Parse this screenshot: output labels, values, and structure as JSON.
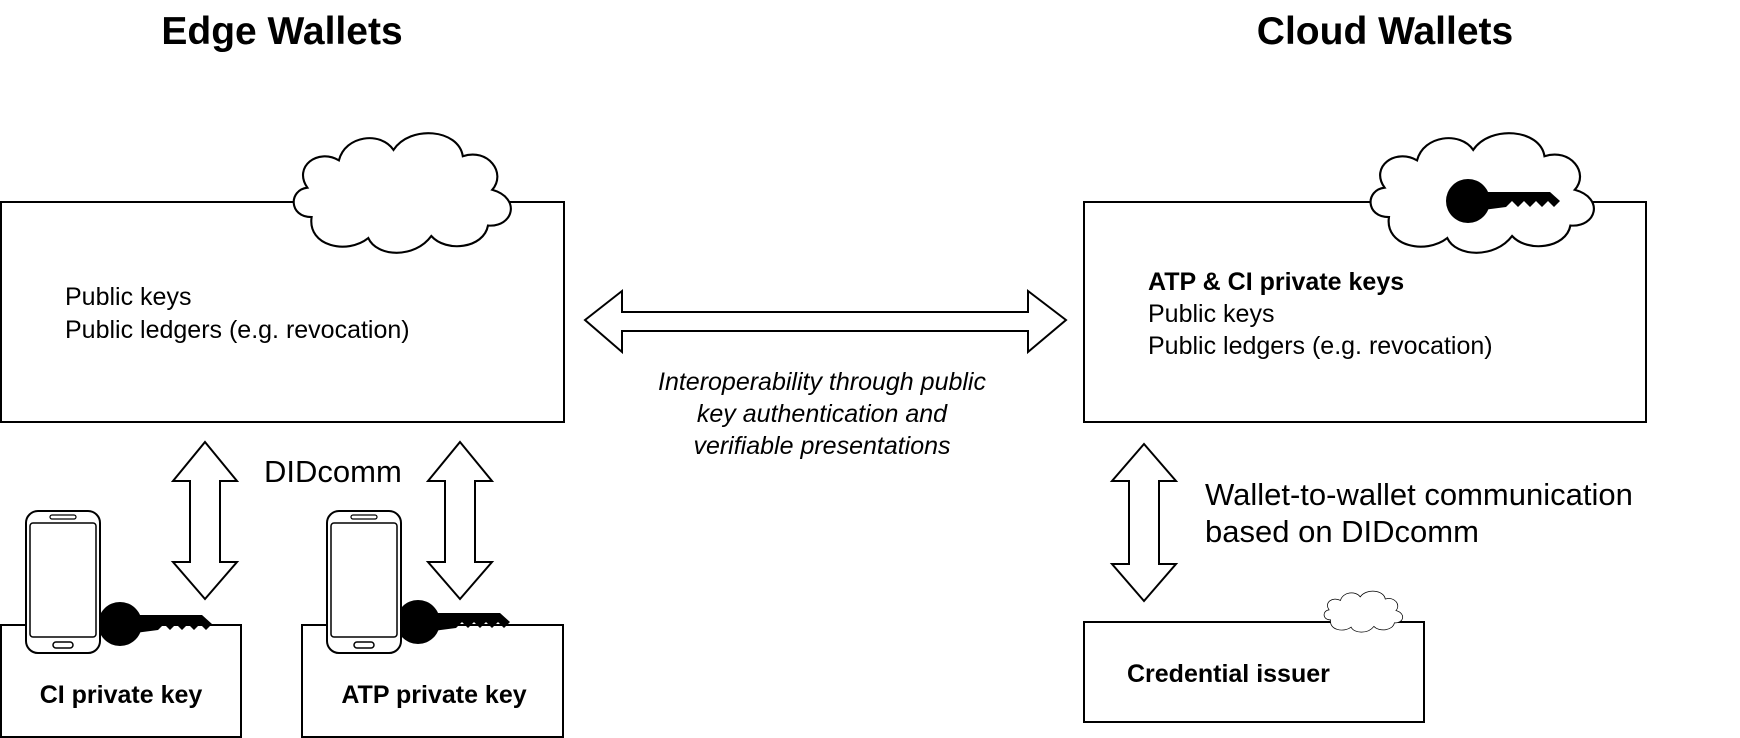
{
  "titles": {
    "edge": "Edge Wallets",
    "cloud": "Cloud Wallets"
  },
  "edge_box": {
    "line1": "Public keys",
    "line2": "Public ledgers (e.g. revocation)"
  },
  "cloud_box": {
    "line1": "ATP & CI private keys",
    "line2": "Public keys",
    "line3": "Public ledgers (e.g. revocation)"
  },
  "interop": {
    "line1": "Interoperability through public",
    "line2": "key authentication and",
    "line3": "verifiable presentations"
  },
  "didcomm_label": "DIDcomm",
  "wallet_comm": {
    "line1": "Wallet-to-wallet communication",
    "line2": "based on DIDcomm"
  },
  "ci_box": {
    "label": "CI private key"
  },
  "atp_box": {
    "label": "ATP private key"
  },
  "issuer_box": {
    "label": "Credential issuer"
  }
}
